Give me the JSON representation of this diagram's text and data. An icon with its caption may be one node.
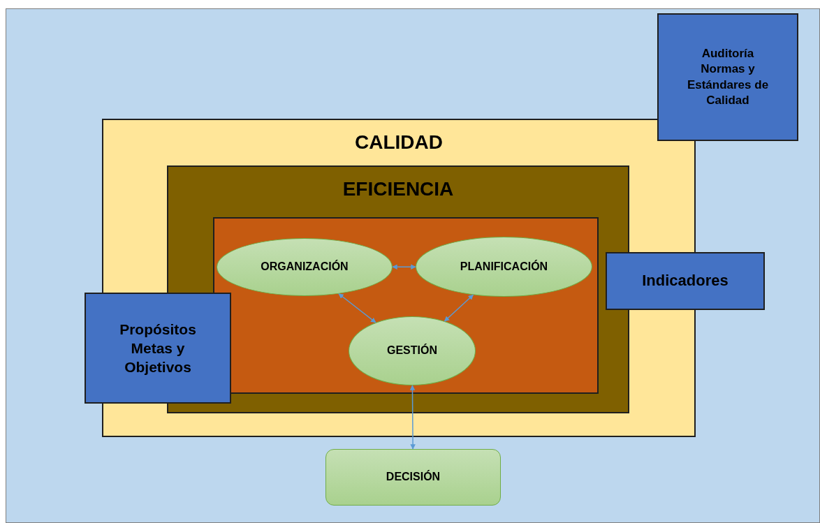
{
  "diagram": {
    "nodes": [
      {
        "text": [
          "Auditoría Normas y Estándares de Calidad"
        ]
      },
      {
        "text": [
          "CALIDAD"
        ]
      },
      {
        "text": [
          "EFICIENCIA"
        ],
        "in": 1
      },
      {
        "text": [],
        "shape": "box",
        "in": 2
      },
      {
        "text": [
          "ORGANIZACIÓN"
        ],
        "in": 3
      },
      {
        "text": [
          "PLANIFICACIÓN"
        ],
        "in": 3
      },
      {
        "text": [
          "Indicadores"
        ]
      },
      {
        "text": [
          "Propósitos Metas y Objetivos"
        ]
      },
      {
        "text": [
          "GESTIÓN"
        ],
        "in": 3
      },
      {
        "text": [
          "DECISIÓN"
        ]
      }
    ],
    "edges": [
      {
        "from": 4,
        "to": 5,
        "arrow": "both"
      },
      {
        "from": 4,
        "to": 8,
        "arrow": "both"
      },
      {
        "from": 5,
        "to": 8,
        "arrow": "both"
      },
      {
        "from": 8,
        "to": 9,
        "arrow": "both"
      }
    ]
  }
}
